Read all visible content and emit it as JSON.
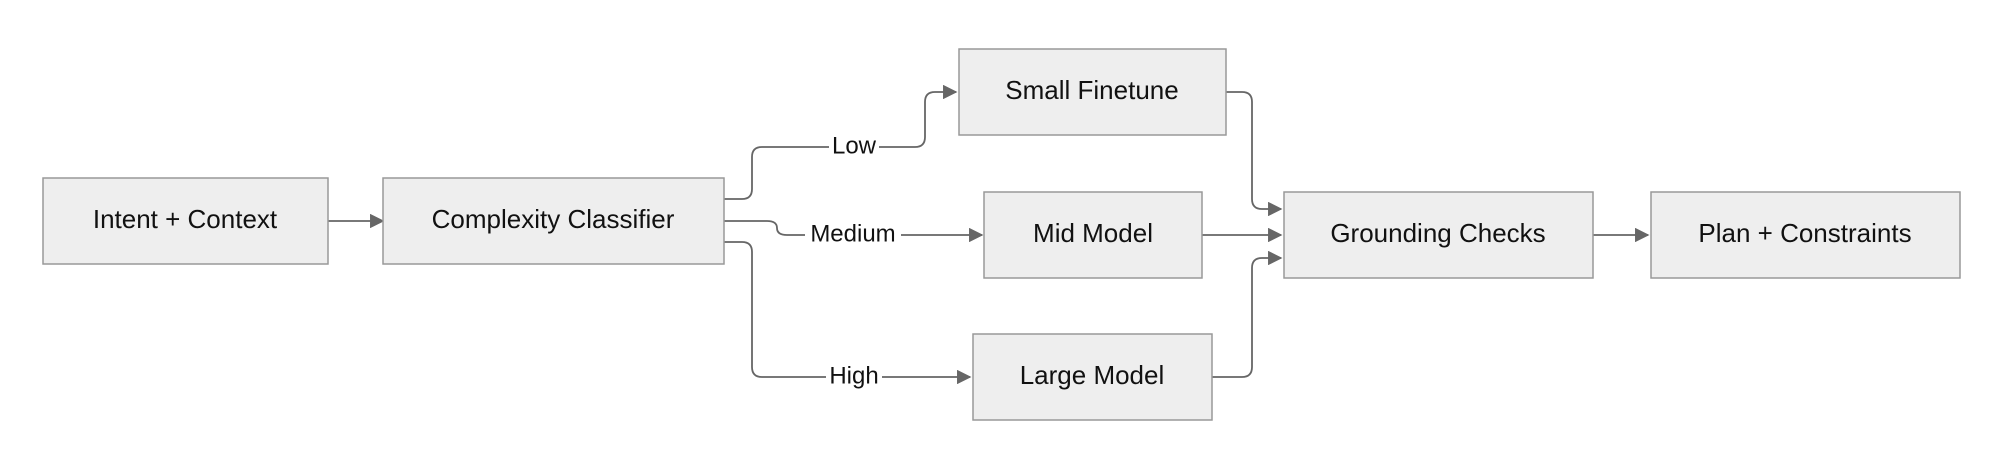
{
  "nodes": {
    "intent": {
      "label": "Intent + Context"
    },
    "classifier": {
      "label": "Complexity Classifier"
    },
    "small": {
      "label": "Small Finetune"
    },
    "mid": {
      "label": "Mid Model"
    },
    "large": {
      "label": "Large Model"
    },
    "grounding": {
      "label": "Grounding Checks"
    },
    "plan": {
      "label": "Plan + Constraints"
    }
  },
  "edges": {
    "low": {
      "label": "Low"
    },
    "medium": {
      "label": "Medium"
    },
    "high": {
      "label": "High"
    }
  },
  "colors": {
    "node_fill": "#eeeeee",
    "node_border": "#999999",
    "edge": "#666666",
    "text": "#111111"
  }
}
